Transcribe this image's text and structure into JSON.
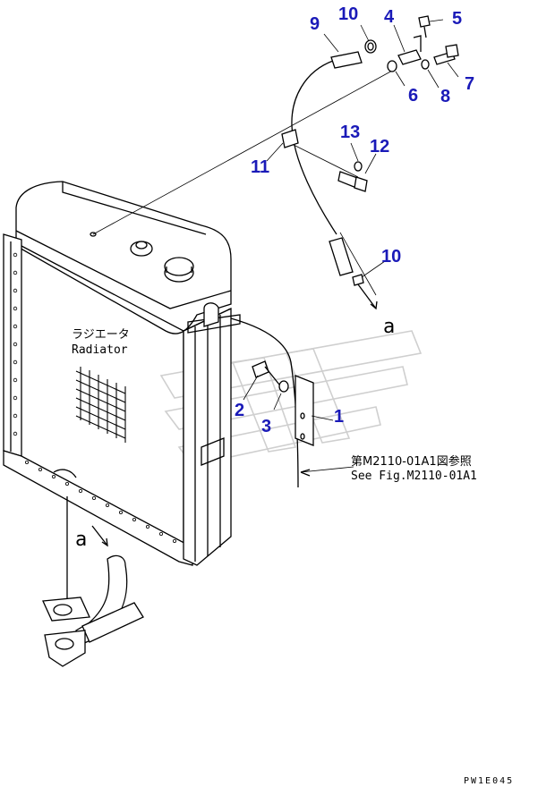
{
  "diagram": {
    "callouts": [
      {
        "id": "c9",
        "text": "9"
      },
      {
        "id": "c10a",
        "text": "10"
      },
      {
        "id": "c4",
        "text": "4"
      },
      {
        "id": "c5",
        "text": "5"
      },
      {
        "id": "c6",
        "text": "6"
      },
      {
        "id": "c7",
        "text": "7"
      },
      {
        "id": "c8",
        "text": "8"
      },
      {
        "id": "c13",
        "text": "13"
      },
      {
        "id": "c12",
        "text": "12"
      },
      {
        "id": "c11",
        "text": "11"
      },
      {
        "id": "c10b",
        "text": "10"
      },
      {
        "id": "c2",
        "text": "2"
      },
      {
        "id": "c3",
        "text": "3"
      },
      {
        "id": "c1",
        "text": "1"
      }
    ],
    "radiator_label_jp": "ラジエータ",
    "radiator_label_en": "Radiator",
    "view_marker_upper": "a",
    "view_marker_lower": "a",
    "reference_jp": "第M2110-01A1図参照",
    "reference_en": "See Fig.M2110-01A1",
    "figure_code": "PW1E045",
    "callout_color": "#1a1ab8"
  }
}
